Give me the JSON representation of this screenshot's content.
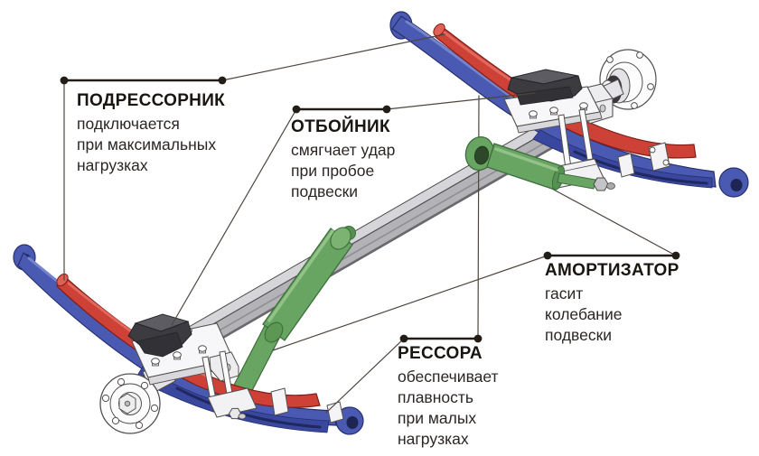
{
  "labels": {
    "podressornik": {
      "title": "ПОДРЕССОРНИК",
      "lines": [
        "подключается",
        "при максимальных",
        "нагрузках"
      ]
    },
    "otboynik": {
      "title": "ОТБОЙНИК",
      "lines": [
        "смягчает удар",
        "при пробое",
        "подвески"
      ]
    },
    "amortizator": {
      "title": "АМОРТИЗАТОР",
      "lines": [
        "гасит",
        "колебание",
        "подвески"
      ]
    },
    "ressora": {
      "title": "РЕССОРА",
      "lines": [
        "обеспечивает",
        "плавность",
        "при малых",
        "нагрузках"
      ]
    }
  },
  "colors": {
    "leaf_spring_blue": "#4a5ab3",
    "leaf_spring_blue_dark": "#3a479e",
    "helper_spring_red": "#cd4137",
    "shock_absorber_green": "#69a562",
    "axle_gray": "#b3b3b7",
    "bump_stop_black": "#3c3b40",
    "hardware_white": "#f7f7f9",
    "callout_line": "#4d463f",
    "pointer_bar": "#231d18",
    "text": "#2b2623",
    "background": "#ffffff"
  }
}
